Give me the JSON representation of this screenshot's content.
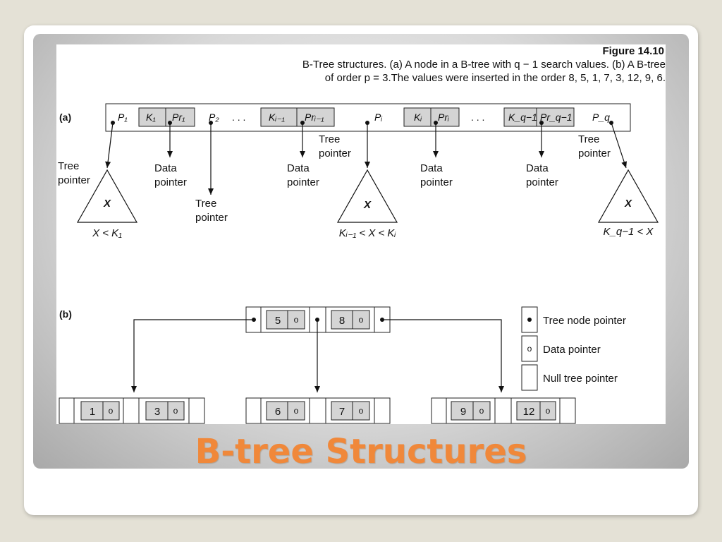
{
  "slide_title": "B-tree Structures",
  "figure": {
    "number": "Figure 14.10",
    "caption_line1": "B-Tree structures. (a) A node in a B-tree with q − 1 search values. (b) A B-tree",
    "caption_line2": "of order p = 3.The values were inserted in the order 8, 5, 1, 7, 3, 12, 9, 6."
  },
  "part_a": {
    "label": "(a)",
    "cells": {
      "p1": "P₁",
      "k1": "K₁",
      "pr1": "Pr₁",
      "p2": "P₂",
      "dots1": ". . .",
      "ki1": "Kᵢ₋₁",
      "pri1": "Prᵢ₋₁",
      "pi": "Pᵢ",
      "ki": "Kᵢ",
      "pri": "Prᵢ",
      "dots2": ". . .",
      "kq1": "K_q−1",
      "prq1": "Pr_q−1",
      "pq": "P_q"
    },
    "labels": {
      "tree_pointer_1a": "Tree",
      "tree_pointer_1b": "pointer",
      "data_pointer_1a": "Data",
      "data_pointer_1b": "pointer",
      "tree_pointer_2a": "Tree",
      "tree_pointer_2b": "pointer",
      "tree_pointer_3a": "Tree",
      "tree_pointer_3b": "pointer",
      "data_pointer_2a": "Data",
      "data_pointer_2b": "pointer",
      "data_pointer_3a": "Data",
      "data_pointer_3b": "pointer",
      "data_pointer_4a": "Data",
      "data_pointer_4b": "pointer",
      "tree_pointer_4a": "Tree",
      "tree_pointer_4b": "pointer"
    },
    "subtrees": [
      {
        "label": "X",
        "condition": "X < K₁"
      },
      {
        "label": "X",
        "condition": "Kᵢ₋₁ < X < Kᵢ"
      },
      {
        "label": "X",
        "condition": "K_q−1 < X"
      }
    ]
  },
  "part_b": {
    "label": "(b)",
    "root_keys": [
      "5",
      "8"
    ],
    "leaves": [
      {
        "keys": [
          "1",
          "3"
        ]
      },
      {
        "keys": [
          "6",
          "7"
        ]
      },
      {
        "keys": [
          "9",
          "12"
        ]
      }
    ],
    "data_pointer_symbol": "o",
    "legend": {
      "tree_node_pointer": "Tree node pointer",
      "data_pointer": "Data pointer",
      "null_tree_pointer": "Null tree pointer"
    }
  }
}
